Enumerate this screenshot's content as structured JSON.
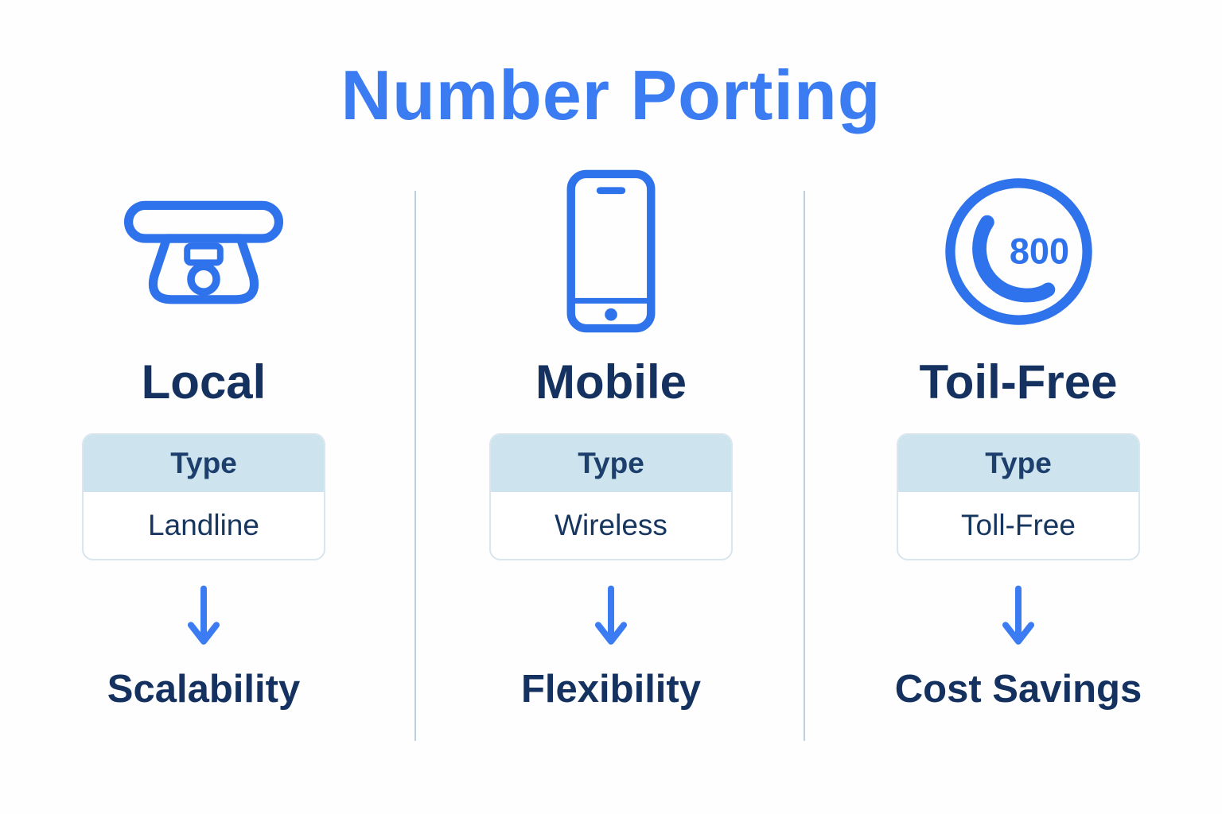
{
  "title": "Number Porting",
  "colors": {
    "title_blue": "#3b7cf3",
    "icon_blue": "#2e72ec",
    "navy_text": "#14315f",
    "table_header_bg": "#cde4ef",
    "divider": "#bcd0de"
  },
  "columns": [
    {
      "icon": "rotary-phone-icon",
      "heading": "Local",
      "table": {
        "header": "Type",
        "value": "Landline"
      },
      "benefit": "Scalability"
    },
    {
      "icon": "smartphone-icon",
      "heading": "Mobile",
      "table": {
        "header": "Type",
        "value": "Wireless"
      },
      "benefit": "Flexibility"
    },
    {
      "icon": "toll-free-800-icon",
      "icon_label": "800",
      "heading": "Toil-Free",
      "table": {
        "header": "Type",
        "value": "Toll-Free"
      },
      "benefit": "Cost Savings"
    }
  ]
}
